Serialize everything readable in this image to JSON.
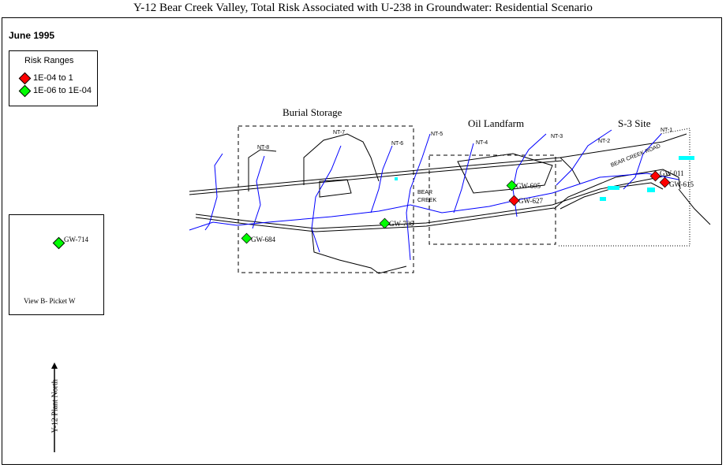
{
  "title": "Y-12 Bear Creek Valley, Total Risk Associated with U-238 in Groundwater: Residential Scenario",
  "date": "June 1995",
  "legend": {
    "title": "Risk Ranges",
    "items": [
      {
        "label": "1E-04 to 1",
        "color": "#ff0000"
      },
      {
        "label": "1E-06 to 1E-04",
        "color": "#00ff00"
      }
    ]
  },
  "areas": {
    "burial": "Burial Storage",
    "oil": "Oil Landfarm",
    "s3": "S-3 Site"
  },
  "tributaries": [
    "NT-8",
    "NT-7",
    "NT-6",
    "NT-5",
    "NT-4",
    "NT-3",
    "NT-2",
    "NT-1"
  ],
  "labels": {
    "bear_creek_1": "BEAR",
    "bear_creek_2": "CREEK",
    "road": "BEAR CREEK ROAD"
  },
  "wells": [
    {
      "id": "GW-684",
      "risk": "1E-06 to 1E-04"
    },
    {
      "id": "GW-706",
      "risk": "1E-06 to 1E-04"
    },
    {
      "id": "GW-605",
      "risk": "1E-06 to 1E-04"
    },
    {
      "id": "GW-627",
      "risk": "1E-04 to 1"
    },
    {
      "id": "GW-011",
      "risk": "1E-04 to 1"
    },
    {
      "id": "GW-615",
      "risk": "1E-04 to 1"
    }
  ],
  "inset": {
    "well": "GW-714",
    "caption": "View B- Picket W"
  },
  "north": "Y-12 Plant North",
  "colors": {
    "high": "#ff0000",
    "low": "#00ff00",
    "stream": "#0000ff",
    "feature": "#00ffff"
  }
}
